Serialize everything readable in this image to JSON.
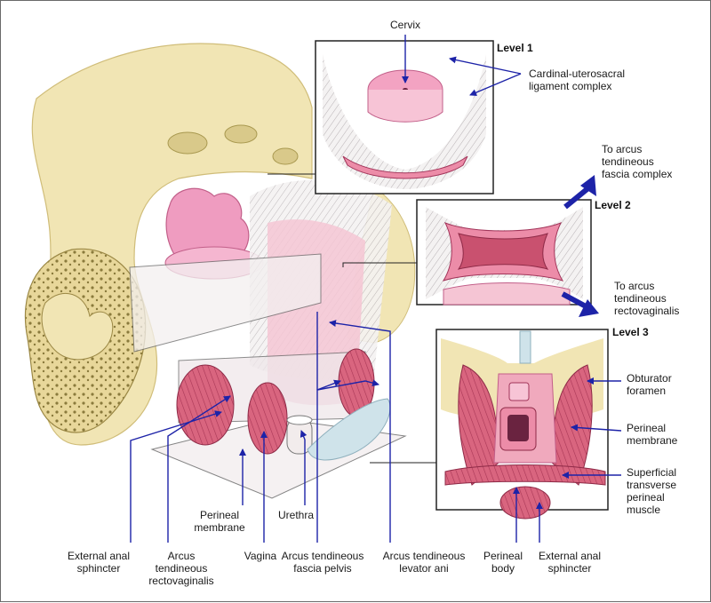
{
  "levels": {
    "level1": "Level 1",
    "level2": "Level 2",
    "level3": "Level 3"
  },
  "labels": {
    "cervix": "Cervix",
    "cardinal": "Cardinal-uterosacral\nligament complex",
    "arcus_fascia_complex": "To arcus\ntendineous\nfascia complex",
    "arcus_rectovaginalis_to": "To arcus\ntendineous\nrectovaginalis",
    "obturator": "Obturator\nforamen",
    "perineal_membrane_right": "Perineal\nmembrane",
    "superficial": "Superficial\ntransverse\nperineal\nmuscle",
    "perineal_membrane_left": "Perineal\nmembrane",
    "urethra": "Urethra",
    "external_anal_left": "External anal\nsphincter",
    "arcus_rectovaginalis": "Arcus\ntendineous\nrectovaginalis",
    "vagina": "Vagina",
    "arcus_fascia_pelvis": "Arcus tendineous\nfascia pelvis",
    "arcus_levator": "Arcus tendineous\nlevator ani",
    "perineal_body": "Perineal\nbody",
    "external_anal_right": "External anal\nsphincter"
  },
  "colors": {
    "bone": "#f1e5b4",
    "bone_shadow": "#d9c98a",
    "tissue": "#f2b3c6",
    "tissue_dark": "#d8748f",
    "muscle": "#c9516f",
    "pointer": "#1d23a8"
  }
}
